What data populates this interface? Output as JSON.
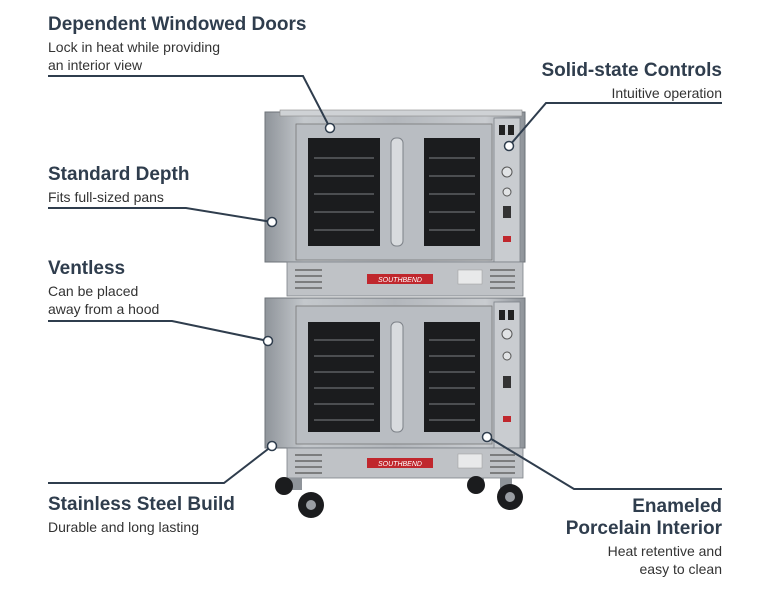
{
  "callouts": {
    "doors": {
      "title": "Dependent Windowed Doors",
      "line1": "Lock in heat while providing",
      "line2": "an interior view"
    },
    "depth": {
      "title": "Standard Depth",
      "line1": "Fits full-sized pans"
    },
    "ventless": {
      "title": "Ventless",
      "line1": "Can be placed",
      "line2": "away from a hood"
    },
    "steel": {
      "title": "Stainless Steel Build",
      "line1": "Durable and long lasting"
    },
    "controls": {
      "title": "Solid-state Controls",
      "line1": "Intuitive operation"
    },
    "enamel": {
      "title1": "Enameled",
      "title2": "Porcelain Interior",
      "line1": "Heat retentive and",
      "line2": "easy to clean"
    }
  },
  "brand": {
    "plate": "SOUTHBEND"
  },
  "colors": {
    "leader": "#2f3d4d",
    "steel": "#a9adb2",
    "steel_dark": "#7d8288",
    "window": "#1b1c1e",
    "brand_red": "#c0272d"
  }
}
